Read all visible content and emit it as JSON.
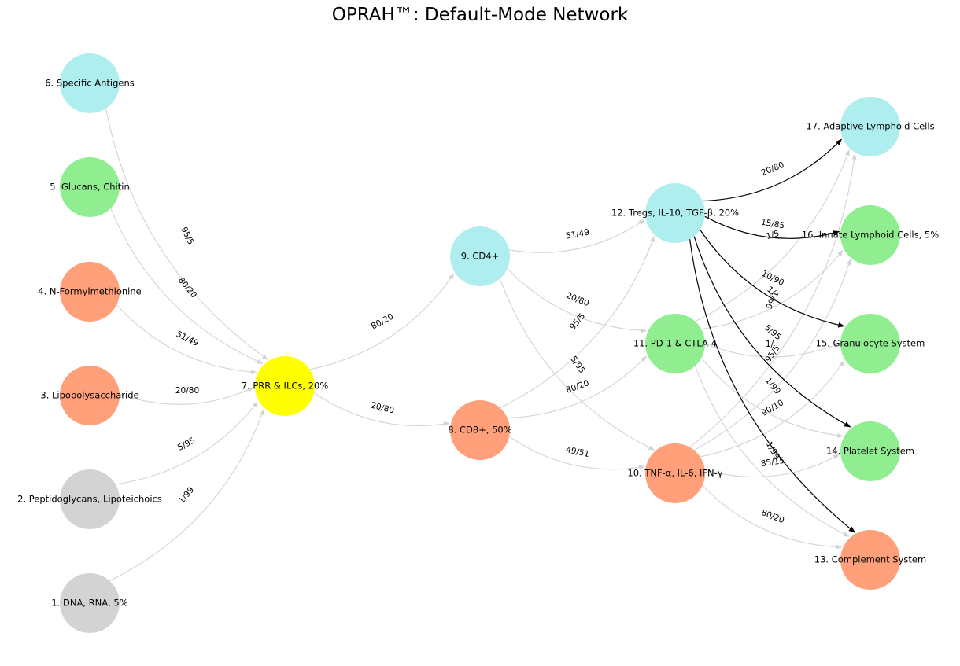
{
  "title": "OPRAH™: Default-Mode Network",
  "colors": {
    "gray": "#d3d3d3",
    "green": "#90ee90",
    "salmon": "#ffa07a",
    "yellow": "#ffff00",
    "cyan": "#afeeee",
    "edge_light": "#d3d3d3",
    "edge_dark": "#000000"
  },
  "nodes": [
    {
      "id": "n1",
      "label": "1. DNA, RNA,  5%",
      "color": "gray"
    },
    {
      "id": "n2",
      "label": "2. Peptidoglycans, Lipoteichoics",
      "color": "gray"
    },
    {
      "id": "n3",
      "label": "3. Lipopolysaccharide",
      "color": "salmon"
    },
    {
      "id": "n4",
      "label": "4. N-Formylmethionine",
      "color": "salmon"
    },
    {
      "id": "n5",
      "label": "5. Glucans, Chitin",
      "color": "green"
    },
    {
      "id": "n6",
      "label": "6. Specific Antigens",
      "color": "cyan"
    },
    {
      "id": "n7",
      "label": "7. PRR & ILCs, 20%",
      "color": "yellow"
    },
    {
      "id": "n8",
      "label": "8. CD8+, 50%",
      "color": "salmon"
    },
    {
      "id": "n9",
      "label": "9. CD4+",
      "color": "cyan"
    },
    {
      "id": "n10",
      "label": "10. TNF-α, IL-6, IFN-γ",
      "color": "salmon"
    },
    {
      "id": "n11",
      "label": "11. PD-1 & CTLA-4",
      "color": "green"
    },
    {
      "id": "n12",
      "label": "12. Tregs, IL-10, TGF-β, 20%",
      "color": "cyan"
    },
    {
      "id": "n13",
      "label": "13. Complement System",
      "color": "salmon"
    },
    {
      "id": "n14",
      "label": "14. Platelet System",
      "color": "green"
    },
    {
      "id": "n15",
      "label": "15. Granulocyte System",
      "color": "green"
    },
    {
      "id": "n16",
      "label": "16. Innate Lymphoid Cells, 5%",
      "color": "green"
    },
    {
      "id": "n17",
      "label": "17. Adaptive Lymphoid Cells",
      "color": "cyan"
    }
  ],
  "edges": [
    {
      "from": "n1",
      "to": "n7",
      "label": "1/99",
      "dark": false
    },
    {
      "from": "n2",
      "to": "n7",
      "label": "5/95",
      "dark": false
    },
    {
      "from": "n3",
      "to": "n7",
      "label": "20/80",
      "dark": false
    },
    {
      "from": "n4",
      "to": "n7",
      "label": "51/49",
      "dark": false
    },
    {
      "from": "n5",
      "to": "n7",
      "label": "80/20",
      "dark": false
    },
    {
      "from": "n6",
      "to": "n7",
      "label": "95/5",
      "dark": false
    },
    {
      "from": "n7",
      "to": "n8",
      "label": "20/80",
      "dark": false
    },
    {
      "from": "n7",
      "to": "n9",
      "label": "80/20",
      "dark": false
    },
    {
      "from": "n8",
      "to": "n10",
      "label": "49/51",
      "dark": false
    },
    {
      "from": "n8",
      "to": "n11",
      "label": "80/20",
      "dark": false
    },
    {
      "from": "n8",
      "to": "n12",
      "label": "95/5",
      "dark": false
    },
    {
      "from": "n9",
      "to": "n10",
      "label": "5/95",
      "dark": false
    },
    {
      "from": "n9",
      "to": "n11",
      "label": "20/80",
      "dark": false
    },
    {
      "from": "n9",
      "to": "n12",
      "label": "51/49",
      "dark": false
    },
    {
      "from": "n10",
      "to": "n13",
      "label": "80/20",
      "dark": false
    },
    {
      "from": "n10",
      "to": "n14",
      "label": "85/15",
      "dark": false
    },
    {
      "from": "n10",
      "to": "n15",
      "label": "90/10",
      "dark": false
    },
    {
      "from": "n10",
      "to": "n16",
      "label": "95/5",
      "dark": false
    },
    {
      "from": "n10",
      "to": "n17",
      "label": "99/1",
      "dark": false
    },
    {
      "from": "n11",
      "to": "n13",
      "label": "",
      "dark": false
    },
    {
      "from": "n11",
      "to": "n14",
      "label": "",
      "dark": false
    },
    {
      "from": "n11",
      "to": "n15",
      "label": "",
      "dark": false
    },
    {
      "from": "n11",
      "to": "n16",
      "label": "",
      "dark": false
    },
    {
      "from": "n11",
      "to": "n17",
      "label": "",
      "dark": false
    },
    {
      "from": "n12",
      "to": "n13",
      "label": "1/99",
      "dark": true
    },
    {
      "from": "n12",
      "to": "n14",
      "label": "1/99",
      "dark": true
    },
    {
      "from": "n12",
      "to": "n15",
      "label": "5/95",
      "dark": true
    },
    {
      "from": "n12",
      "to": "n16",
      "label": "15/85",
      "dark": true
    },
    {
      "from": "n12",
      "to": "n17",
      "label": "20/80",
      "dark": true
    }
  ],
  "extra_labels": [
    "10/90",
    "1/5",
    "1/",
    "1/"
  ]
}
